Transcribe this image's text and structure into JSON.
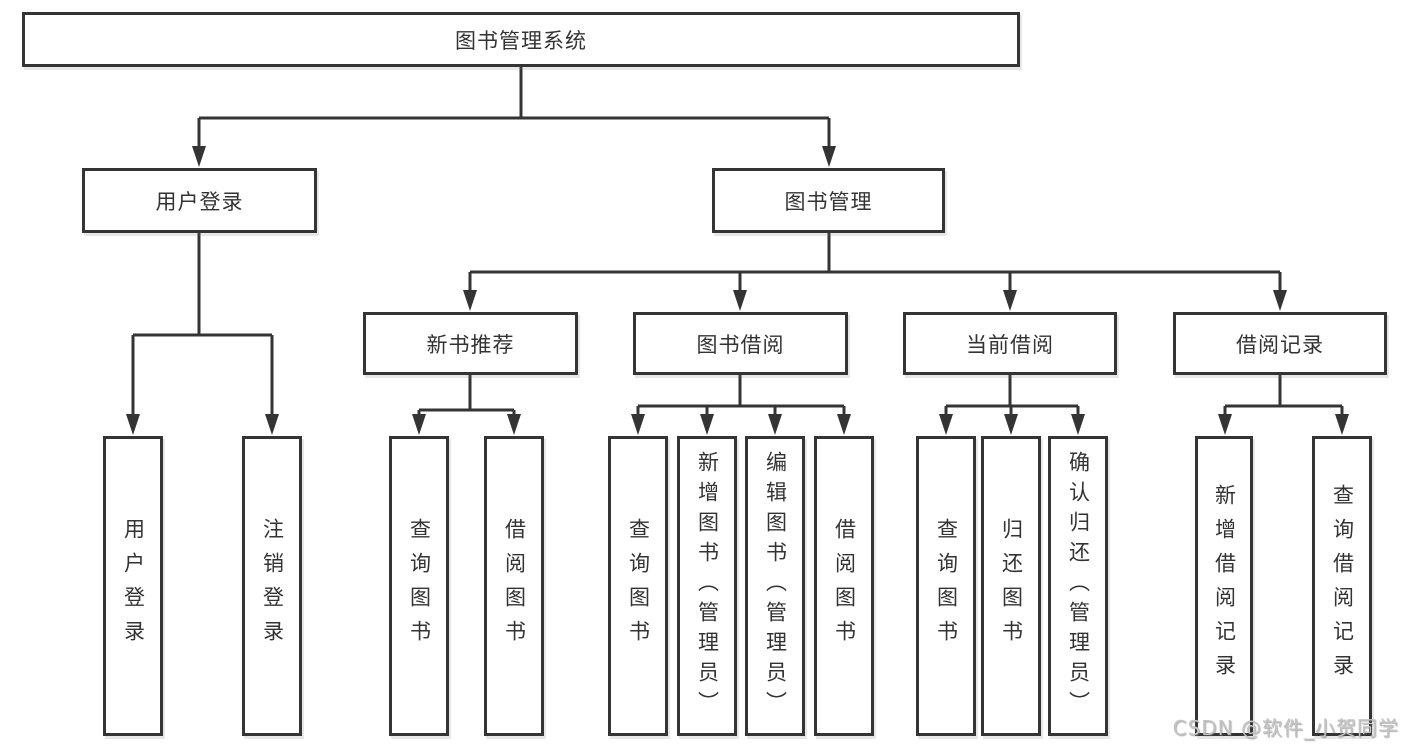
{
  "tree": {
    "label": "图书管理系统",
    "children": [
      {
        "label": "用户登录",
        "children": [
          {
            "label": "用户登录"
          },
          {
            "label": "注销登录"
          }
        ]
      },
      {
        "label": "图书管理",
        "children": [
          {
            "label": "新书推荐",
            "children": [
              {
                "label": "查询图书"
              },
              {
                "label": "借阅图书"
              }
            ]
          },
          {
            "label": "图书借阅",
            "children": [
              {
                "label": "查询图书"
              },
              {
                "label": "新增图书（管理员）"
              },
              {
                "label": "编辑图书（管理员）"
              },
              {
                "label": "借阅图书"
              }
            ]
          },
          {
            "label": "当前借阅",
            "children": [
              {
                "label": "查询图书"
              },
              {
                "label": "归还图书"
              },
              {
                "label": "确认归还（管理员）"
              }
            ]
          },
          {
            "label": "借阅记录",
            "children": [
              {
                "label": "新增借阅记录"
              },
              {
                "label": "查询借阅记录"
              }
            ]
          }
        ]
      }
    ]
  },
  "watermark": "CSDN @软件_小贺同学",
  "colors": {
    "line": "#343434",
    "text": "#333333",
    "box_background": "#ffffff",
    "watermark": "#c3c3c3"
  }
}
